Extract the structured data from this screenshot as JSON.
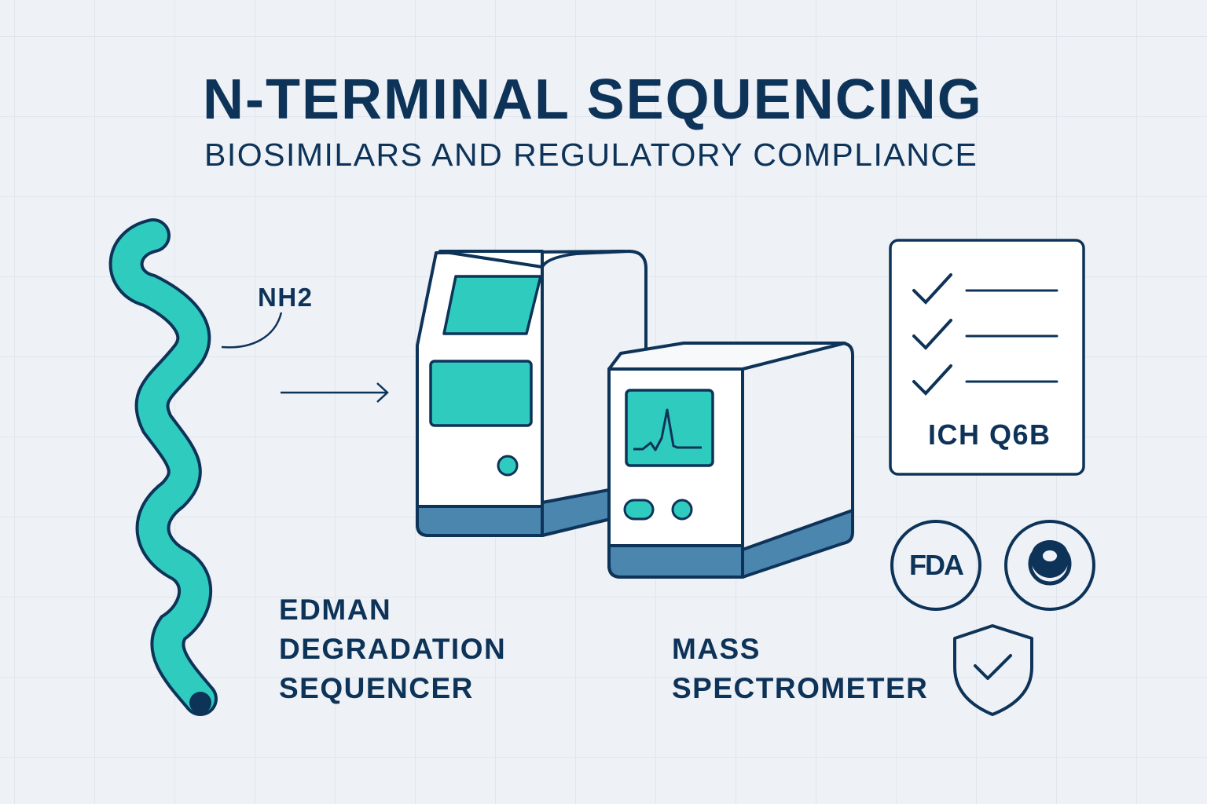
{
  "header": {
    "title": "N-TERMINAL SEQUENCING",
    "subtitle": "BIOSIMILARS AND REGULATORY COMPLIANCE"
  },
  "protein": {
    "terminus_label": "NH2"
  },
  "instruments": {
    "edman": {
      "line1": "EDMAN",
      "line2": "DEGRADATION",
      "line3": "SEQUENCER"
    },
    "mass_spec": {
      "line1": "MASS",
      "line2": "SPECTROMETER"
    }
  },
  "compliance": {
    "checklist_label": "ICH Q6B",
    "fda_badge": "FDA",
    "icons": [
      "checklist-icon",
      "fda-seal-icon",
      "eye-seal-icon",
      "shield-check-icon"
    ]
  },
  "colors": {
    "navy": "#0e3358",
    "teal": "#2fcbbf",
    "steel_blue": "#4a86ae",
    "background": "#eef2f7"
  }
}
